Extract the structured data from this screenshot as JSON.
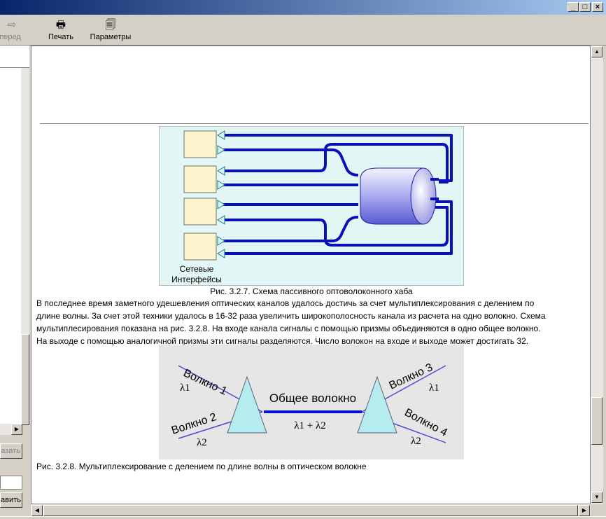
{
  "window": {
    "minimize_glyph": "_",
    "maximize_glyph": "□",
    "close_glyph": "×"
  },
  "toolbar": {
    "forward_label": "Вперед",
    "print_label": "Печать",
    "options_label": "Параметры",
    "forward_icon": "⇨",
    "print_icon": "🖶",
    "options_icon": "🗐"
  },
  "left_pane": {
    "button_partial_1": "азать",
    "button_partial_2": "авить"
  },
  "figure1": {
    "interfaces_label_line1": "Сетевые",
    "interfaces_label_line2": "Интерфейсы",
    "caption": "Рис. 3.2.7. Схема пассивного оптоволоконного хаба"
  },
  "paragraph": {
    "line1": "В последнее время заметного удешевления оптических каналов удалось достичь за счет мультиплексирования с делением по",
    "line2": "длине волны. За счет этой техники удалось в 16-32 раза увеличить широкополосность канала из расчета на одно волокно. Схема",
    "line3": "мультиплесирования показана на рис. 3.2.8. На входе канала сигналы с помощью призмы объединяются в одно общее волокно.",
    "line4": "На выходе с помощью аналогичной призмы эти сигналы разделяются. Число волокон на входе и выходе может достигать 32."
  },
  "figure2": {
    "fiber1": "Волкно 1",
    "fiber2": "Волкно 2",
    "fiber3": "Волкно 3",
    "fiber4": "Волкно 4",
    "common": "Общее волокно",
    "lambda1_left": "λ1",
    "lambda2_left": "λ2",
    "lambda1_right": "λ1",
    "lambda2_right": "λ2",
    "lambda_sum": "λ1 + λ2",
    "caption": "Рис. 3.2.8. Мультиплексирование с делением по длине волны в оптическом волокне"
  }
}
